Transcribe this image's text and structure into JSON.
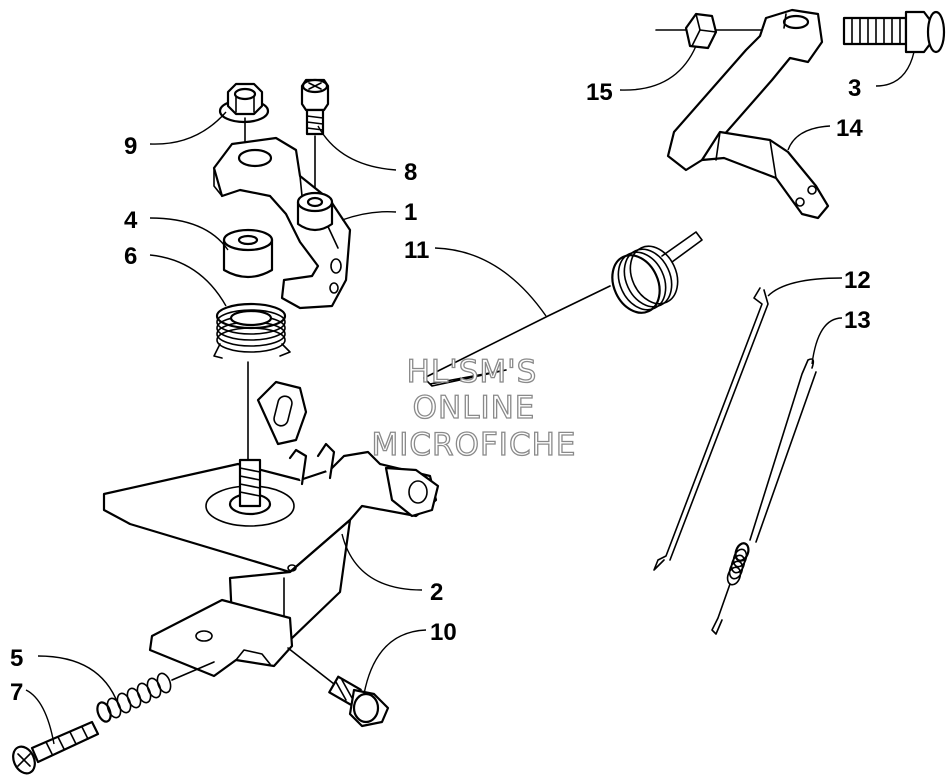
{
  "callouts": {
    "c1": "1",
    "c2": "2",
    "c3": "3",
    "c4": "4",
    "c5": "5",
    "c6": "6",
    "c7": "7",
    "c8": "8",
    "c9": "9",
    "c10": "10",
    "c11": "11",
    "c12": "12",
    "c13": "13",
    "c14": "14",
    "c15": "15"
  },
  "watermark": {
    "line1": "HL'SM'S",
    "line2": "ONLINE",
    "line3": "MICROFICHE"
  },
  "colors": {
    "ink": "#000000",
    "paper": "#ffffff",
    "watermark_outline": "#8a8a8a"
  }
}
